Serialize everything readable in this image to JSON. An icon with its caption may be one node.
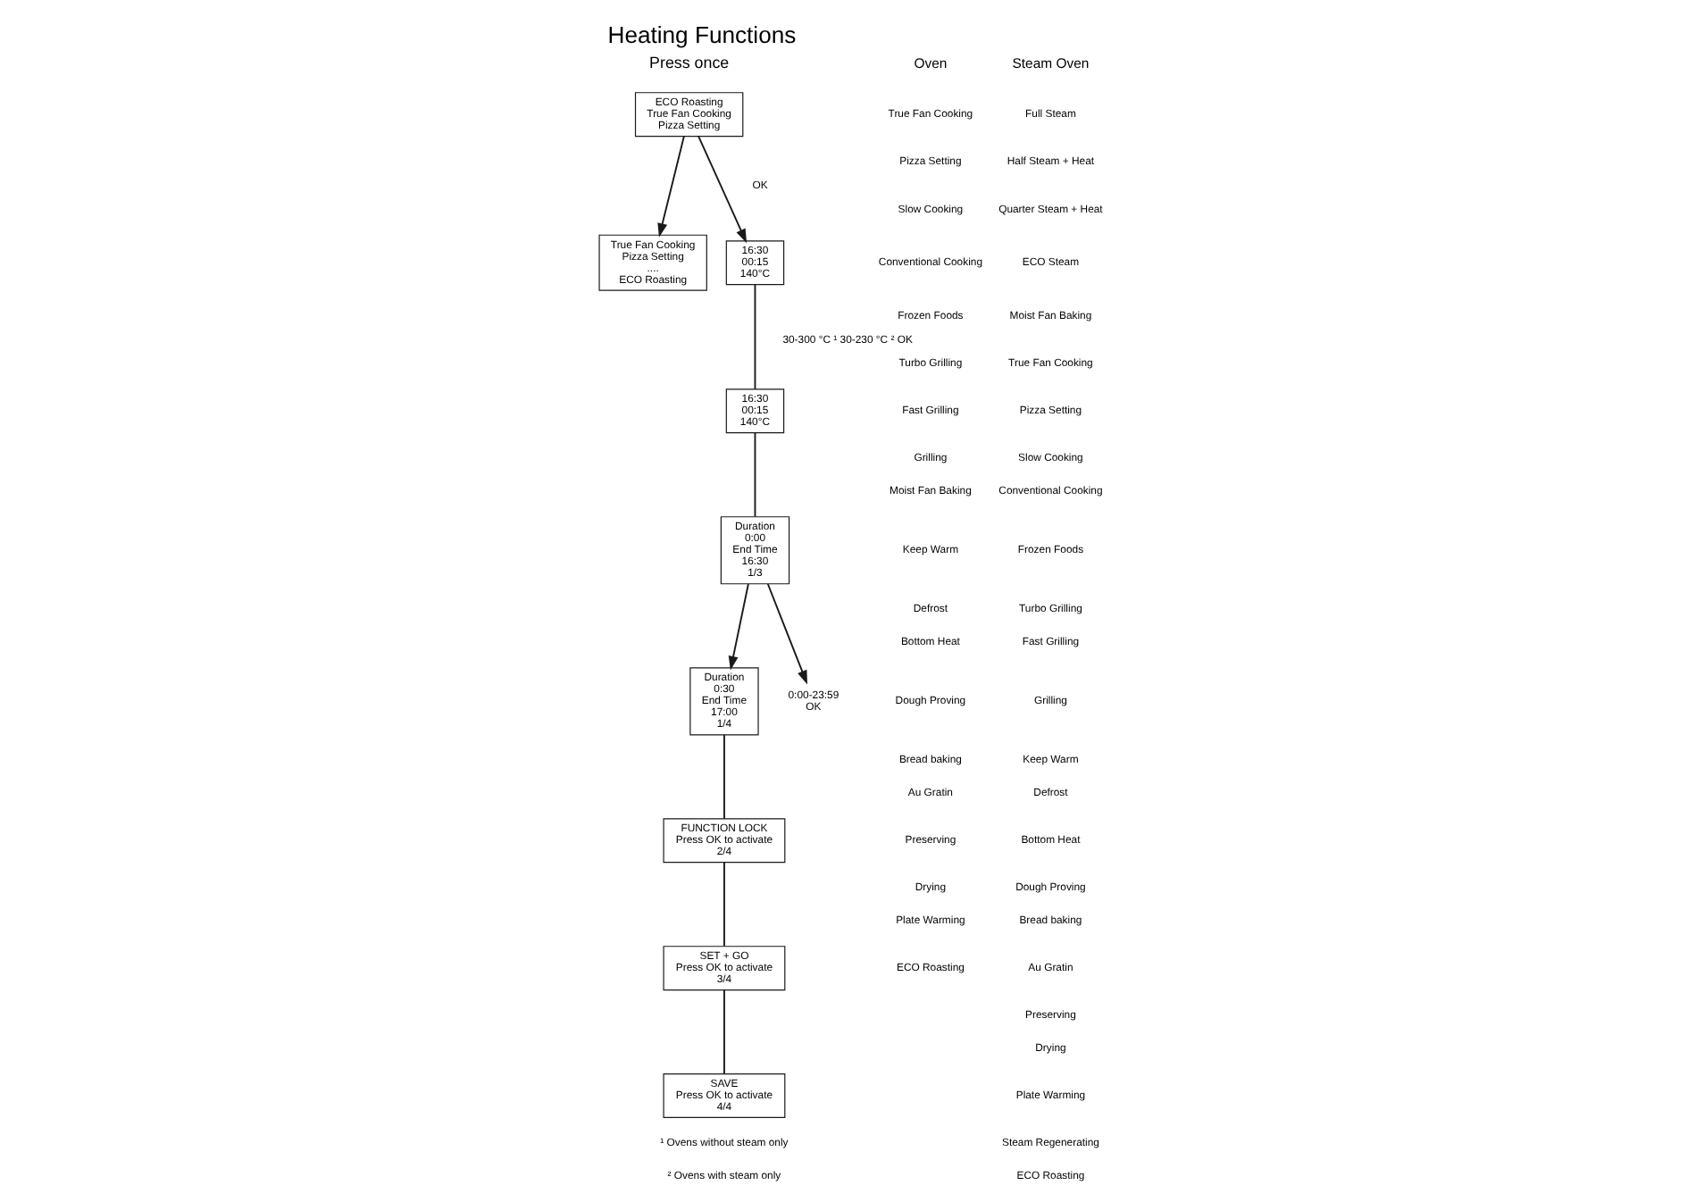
{
  "diagram": {
    "title": "Heating Functions",
    "nodes": [
      {
        "text": [
          "ECO Roasting",
          "True Fan Cooking",
          "Pizza Setting"
        ]
      },
      {
        "text": [
          "True Fan Cooking",
          "Pizza Setting",
          "....",
          "ECO Roasting"
        ]
      },
      {
        "text": [
          "16:30",
          "00:15",
          "140°C"
        ]
      },
      {
        "text": [
          "16:30",
          "00:15",
          "140°C"
        ]
      },
      {
        "text": [
          "Duration",
          "0:00",
          "End Time",
          "16:30",
          "1/3"
        ]
      },
      {
        "text": [
          "Duration",
          "0:30",
          "End Time",
          "17:00",
          "1/4"
        ]
      },
      {
        "text": [
          "FUNCTION LOCK",
          "Press OK to activate",
          "2/4"
        ]
      },
      {
        "text": [
          "SET + GO",
          "Press OK to activate",
          "3/4"
        ]
      },
      {
        "text": [
          "SAVE",
          "Press OK to activate",
          "4/4"
        ]
      },
      {
        "text": [
          "0:00-23:59",
          "OK"
        ]
      }
    ],
    "edges": [
      {
        "from": 0,
        "to": 1,
        "arrow": "to"
      },
      {
        "from": 0,
        "to": 2,
        "arrow": "to",
        "label": "OK"
      },
      {
        "from": 2,
        "to": 3,
        "arrow": "none",
        "label": "30-300 °C ¹ 30-230 °C ² OK"
      },
      {
        "from": 3,
        "to": 4,
        "arrow": "none"
      },
      {
        "from": 4,
        "to": 5,
        "arrow": "to"
      },
      {
        "from": 5,
        "to": 6,
        "arrow": "none"
      },
      {
        "from": 6,
        "to": 7,
        "arrow": "none"
      },
      {
        "from": 7,
        "to": 8,
        "arrow": "none"
      },
      {
        "from": 4,
        "to": 9,
        "arrow": "to"
      }
    ],
    "labels": [
      "Press once",
      "Oven",
      "True Fan Cooking",
      "Pizza Setting",
      "Slow Cooking",
      "Conventional Cooking",
      "Frozen Foods",
      "Turbo Grilling",
      "Fast Grilling",
      "Grilling",
      "Moist Fan Baking",
      "Keep Warm",
      "Defrost",
      "Bottom Heat",
      "Dough Proving",
      "Bread baking",
      "Au Gratin",
      "Preserving",
      "Drying",
      "Plate Warming",
      "ECO Roasting",
      "Steam Oven",
      "Full Steam",
      "Half Steam + Heat",
      "Quarter Steam + Heat",
      "ECO Steam",
      "Moist Fan Baking",
      "True Fan Cooking",
      "Pizza Setting",
      "Slow Cooking",
      "Conventional Cooking",
      "Frozen Foods",
      "Turbo Grilling",
      "Fast Grilling",
      "Grilling",
      "Keep Warm",
      "Defrost",
      "Bottom Heat",
      "Dough Proving",
      "Bread baking",
      "Au Gratin",
      "Preserving",
      "Drying",
      "Plate Warming",
      "Steam Regenerating",
      "ECO Roasting",
      "¹ Ovens without steam only",
      "² Ovens with steam only"
    ]
  }
}
